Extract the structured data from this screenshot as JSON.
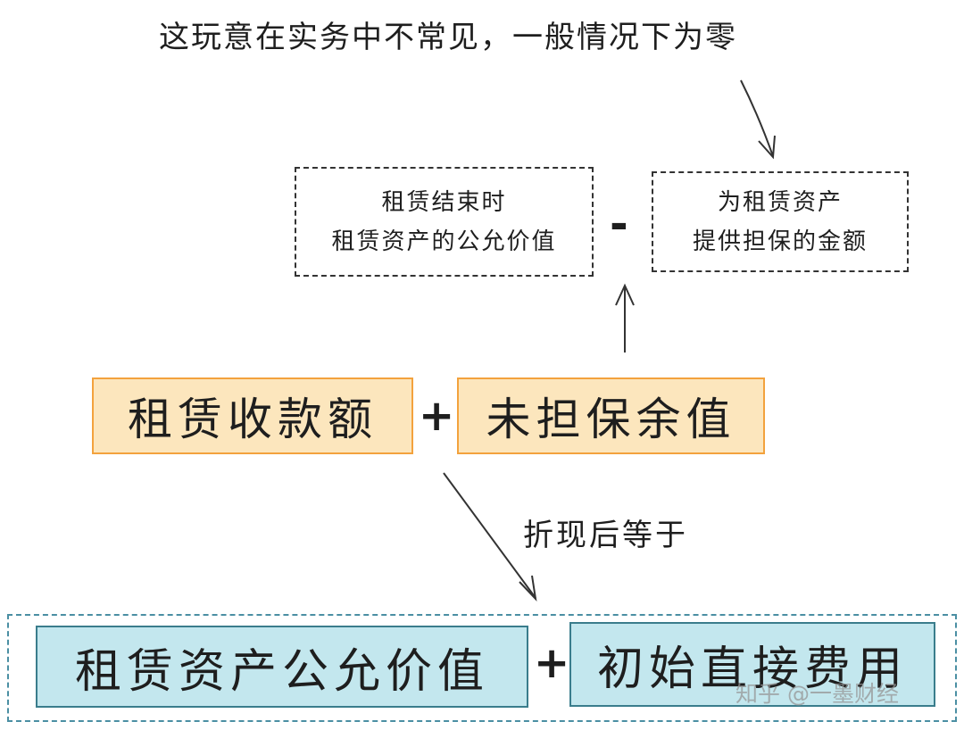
{
  "annotations": {
    "top_note": "这玩意在实务中不常见，一般情况下为零",
    "middle_note": "折现后等于"
  },
  "subtract_boxes": {
    "left_lines": [
      "租赁结束时",
      "租赁资产的公允价值"
    ],
    "operator": "-",
    "right_lines": [
      "为租赁资产",
      "提供担保的金额"
    ]
  },
  "middle_row": {
    "left": "租赁收款额",
    "operator": "+",
    "right": "未担保余值"
  },
  "bottom_row": {
    "left": "租赁资产公允价值",
    "operator": "+",
    "right": "初始直接费用"
  },
  "watermark": "知乎 @一墨财经",
  "colors": {
    "orange_fill": "#fce6bd",
    "orange_border": "#f3a23d",
    "teal_fill": "#c3e7ee",
    "teal_border": "#3a7d8c"
  }
}
